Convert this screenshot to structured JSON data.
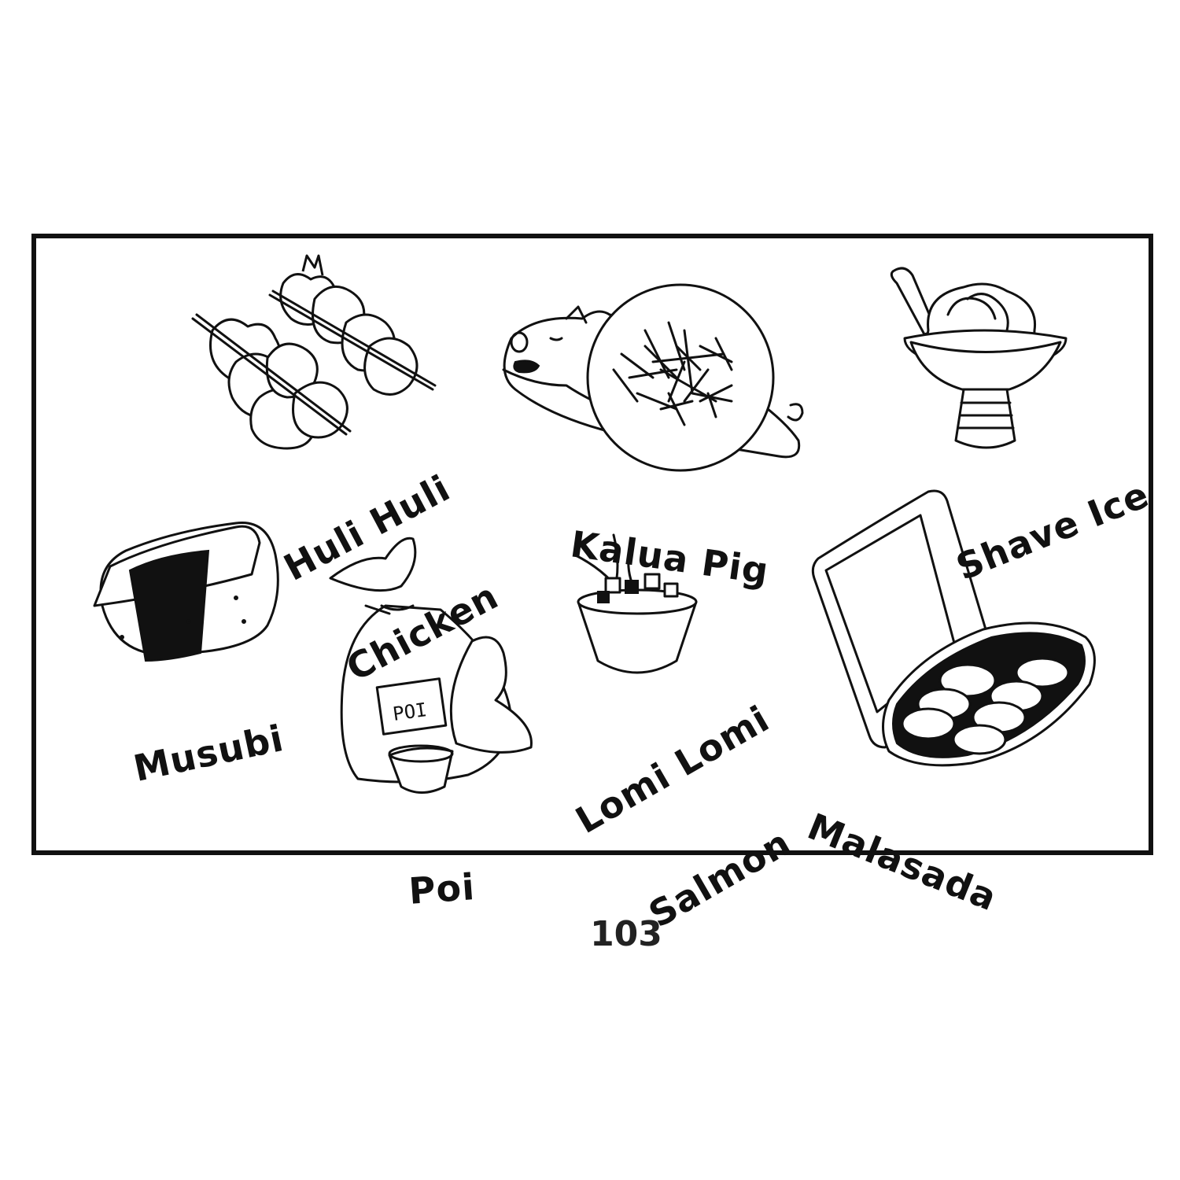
{
  "foods": [
    {
      "id": "huli-huli-chicken",
      "line1": "Huli Huli",
      "line2": "Chicken"
    },
    {
      "id": "kalua-pig",
      "line1": "Kalua Pig",
      "line2": ""
    },
    {
      "id": "shave-ice",
      "line1": "Shave Ice",
      "line2": ""
    },
    {
      "id": "musubi",
      "line1": "Musubi",
      "line2": ""
    },
    {
      "id": "poi",
      "line1": "Poi",
      "line2": ""
    },
    {
      "id": "lomi-lomi-salmon",
      "line1": "Lomi Lomi",
      "line2": "Salmon"
    },
    {
      "id": "malasada",
      "line1": "Malasada",
      "line2": ""
    }
  ],
  "poi_bag_tag": "POI",
  "page_number": "103"
}
